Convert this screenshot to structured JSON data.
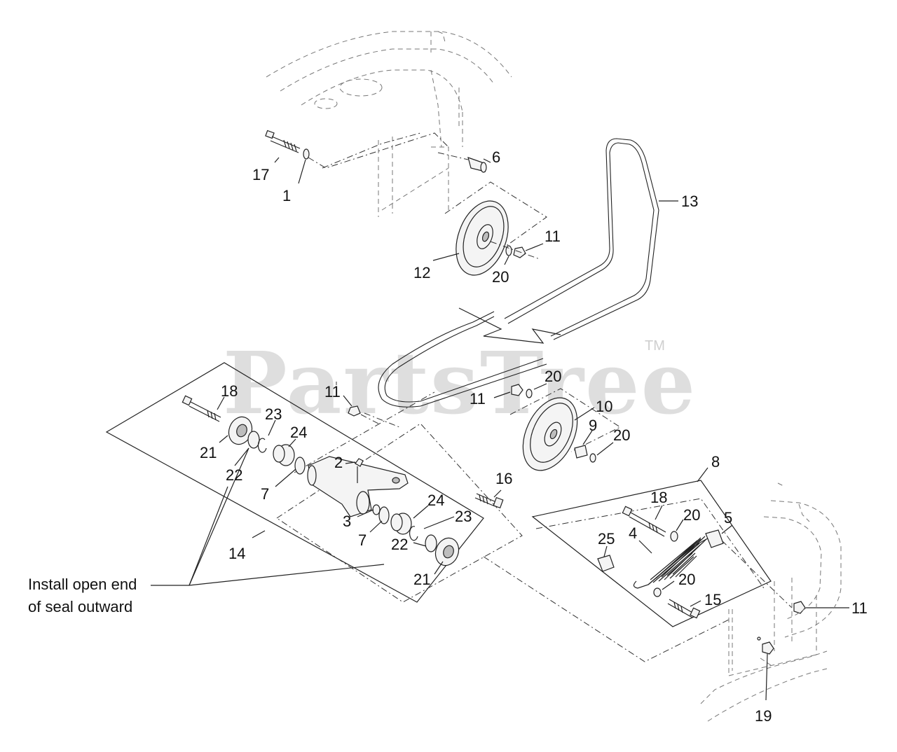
{
  "watermark": {
    "brand": "PartsTree",
    "trademark": "TM"
  },
  "note": {
    "line1": "Install open end",
    "line2": "of seal outward"
  },
  "callouts": {
    "c17": "17",
    "c1": "1",
    "c6": "6",
    "c13": "13",
    "c11a": "11",
    "c12": "12",
    "c20a": "20",
    "c20b": "20",
    "c11b": "11",
    "c10": "10",
    "c9": "9",
    "c20c": "20",
    "c18a": "18",
    "c11c": "11",
    "c23a": "23",
    "c24a": "24",
    "c21a": "21",
    "c22a": "22",
    "c2": "2",
    "c7a": "7",
    "c16": "16",
    "c3": "3",
    "c7b": "7",
    "c24b": "24",
    "c23b": "23",
    "c14": "14",
    "c22b": "22",
    "c21b": "21",
    "c8": "8",
    "c18b": "18",
    "c20d": "20",
    "c5": "5",
    "c25": "25",
    "c4": "4",
    "c20e": "20",
    "c15": "15",
    "c11d": "11",
    "c19": "19"
  }
}
